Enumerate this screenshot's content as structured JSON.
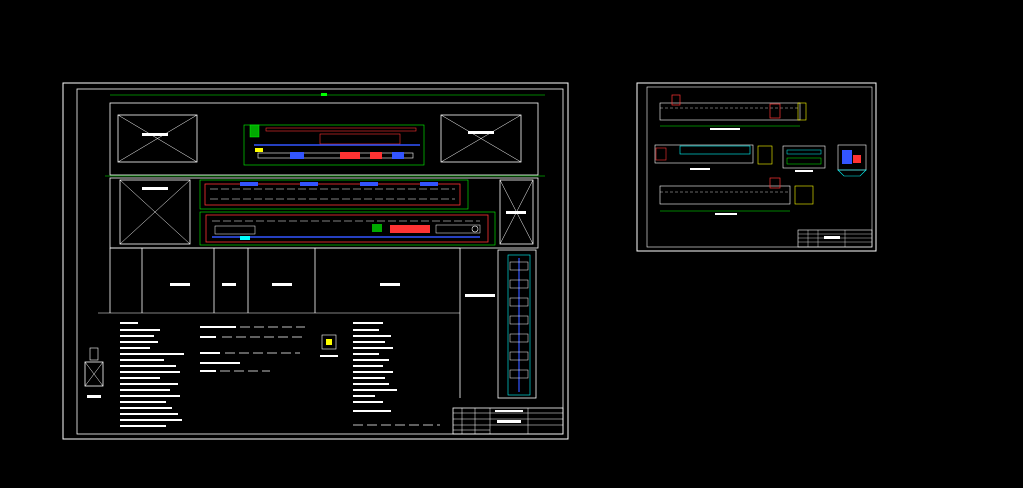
{
  "viewer": {
    "background": "#000000"
  },
  "colors": {
    "frame": "#ffffff",
    "dimension": "#00ff00",
    "equipment": "#ff3333",
    "conveyor": "#3355ff",
    "accent": "#00ffff",
    "highlight": "#ffff00",
    "hatch": "#ffffff"
  },
  "sheets": [
    {
      "id": "layout-plan",
      "title_block": {
        "drawing_title": "",
        "rows": 5
      },
      "notes_columns": 3
    },
    {
      "id": "elevation-details",
      "title_block": {
        "drawing_title": "",
        "rows": 4
      }
    }
  ]
}
